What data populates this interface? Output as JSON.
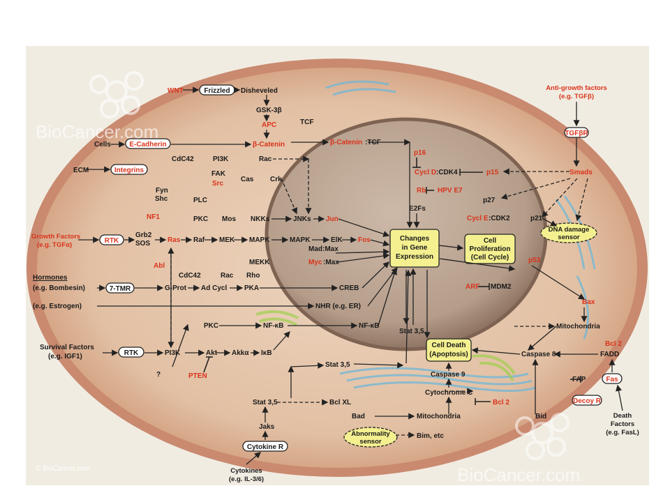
{
  "watermark": {
    "brand_top": "BioCancer.com",
    "brand_bottom": "BioCancer.com",
    "copyright": "© BioCancer.com"
  },
  "inputs": {
    "wnt": "WNT",
    "cells": "Cells",
    "ecm": "ECM",
    "growth_factors": "Growth Factors",
    "growth_factors_eg": "(e.g. TGFα)",
    "hormones": "Hormones",
    "hormones_eg": "(e.g. Bombesin)",
    "estrogen": "(e.g. Estrogen)",
    "survival_factors": "Survival Factors",
    "survival_eg": "(e.g. IGF1)",
    "cytokines": "Cytokines",
    "cytokines_eg": "(e.g. IL-3/6)",
    "anti_growth": "Anti-growth factors",
    "anti_growth_eg": "(e.g. TGFβ)",
    "death_factors_1": "Death",
    "death_factors_2": "Factors",
    "death_factors_3": "(e.g. FasL)"
  },
  "receptors": {
    "frizzled": "Frizzled",
    "ecadherin": "E-Cadherin",
    "integrins": "Integrins",
    "rtk_top": "RTK",
    "tmr": "7-TMR",
    "rtk_bottom": "RTK",
    "cytokine_r": "Cytokine R",
    "tgfbr": "TGFβR",
    "fas": "Fas",
    "decoy_r": "Decoy R"
  },
  "nodes": {
    "disheveled": "Disheveled",
    "gsk3b": "GSK-3β",
    "apc": "APC",
    "bcatenin": "β-Catenin",
    "tcf": "TCF",
    "bcat_tcf_red": "β-Catenin",
    "bcat_tcf_black": ":TCF",
    "cdc42_top": "CdC42",
    "pi3k_top": "PI3K",
    "rac_top": "Rac",
    "fak": "FAK",
    "src": "Src",
    "cas": "Cas",
    "crk": "Crk",
    "fyn": "Fyn",
    "shc": "Shc",
    "nf1": "NF1",
    "plc": "PLC",
    "pkc_top": "PKC",
    "mos": "Mos",
    "nkks": "NKKs",
    "jnks": "JNKs",
    "jun": "Jun",
    "grb2": "Grb2",
    "sos": "SOS",
    "ras": "Ras",
    "raf": "Raf",
    "mek": "MEK",
    "mapk_1": "MAPK",
    "mapk_2": "MAPK",
    "elk": "ElK",
    "fos": "Fos",
    "madmax": "Mad:Max",
    "myc": "Myc",
    "max": ":Max",
    "mekk": "MEKK",
    "abl": "Abl",
    "cdc42_bot": "CdC42",
    "rac_bot": "Rac",
    "rho": "Rho",
    "gprot": "G-Prot",
    "adcycl": "Ad Cycl",
    "pka": "PKA",
    "creb": "CREB",
    "nhr": "NHR (e.g. ER)",
    "pkc_bot": "PKC",
    "nfkb_1": "NF-κB",
    "nfkb_2": "NF-κB",
    "pi3k_bot": "PI3K",
    "akt": "Akt",
    "akka": "Akkα",
    "ikb": "IκB",
    "question": "?",
    "pten": "PTEN",
    "stat_1": "Stat 3,5",
    "stat_2": "Stat 3,5",
    "stat_3": "Stat 3,5",
    "jaks": "Jaks",
    "bclxl": "Bcl XL",
    "bad": "Bad",
    "mito_bot": "Mitochondria",
    "bim": "Bim, etc",
    "cytc": "Cytochrome C",
    "casp9": "Caspase 9",
    "bcl2_bot": "Bcl 2",
    "bid": "Bid",
    "casp8": "Caspase 8",
    "fadd": "FADD",
    "fap": "FAP",
    "bcl2_right": "Bcl 2",
    "mito_right": "Mitochondria",
    "bax": "Bax",
    "p53": "p53",
    "arf": "ARF",
    "mdm2": "MDM2",
    "p21": "p21",
    "p27": "p27",
    "cycle_red": "Cycl E",
    "cdk2": ":CDK2",
    "p16": "p16",
    "cycld_red": "Cycl D",
    "cdk4": ":CDK4",
    "rb": "Rb",
    "hpv": "HPV E7",
    "e2fs": "E2Fs",
    "p15": "p15",
    "smads": "Smads"
  },
  "boxes": {
    "gene_1": "Changes",
    "gene_2": "in Gene",
    "gene_3": "Expression",
    "prolif_1": "Cell",
    "prolif_2": "Proliferation",
    "prolif_3": "(Cell Cycle)",
    "death_1": "Cell Death",
    "death_2": "(Apoptosis)",
    "dna_1": "DNA damage",
    "dna_2": "sensor",
    "abn_1": "Abnormality",
    "abn_2": "sensor"
  },
  "colors": {
    "cell_body": "#d9a890",
    "nucleus": "#b8a090",
    "highlight_box": "#f4f090",
    "red_label": "#d9341c",
    "er_blue": "#6fb7d8",
    "golgi_green": "#c4e07a"
  }
}
